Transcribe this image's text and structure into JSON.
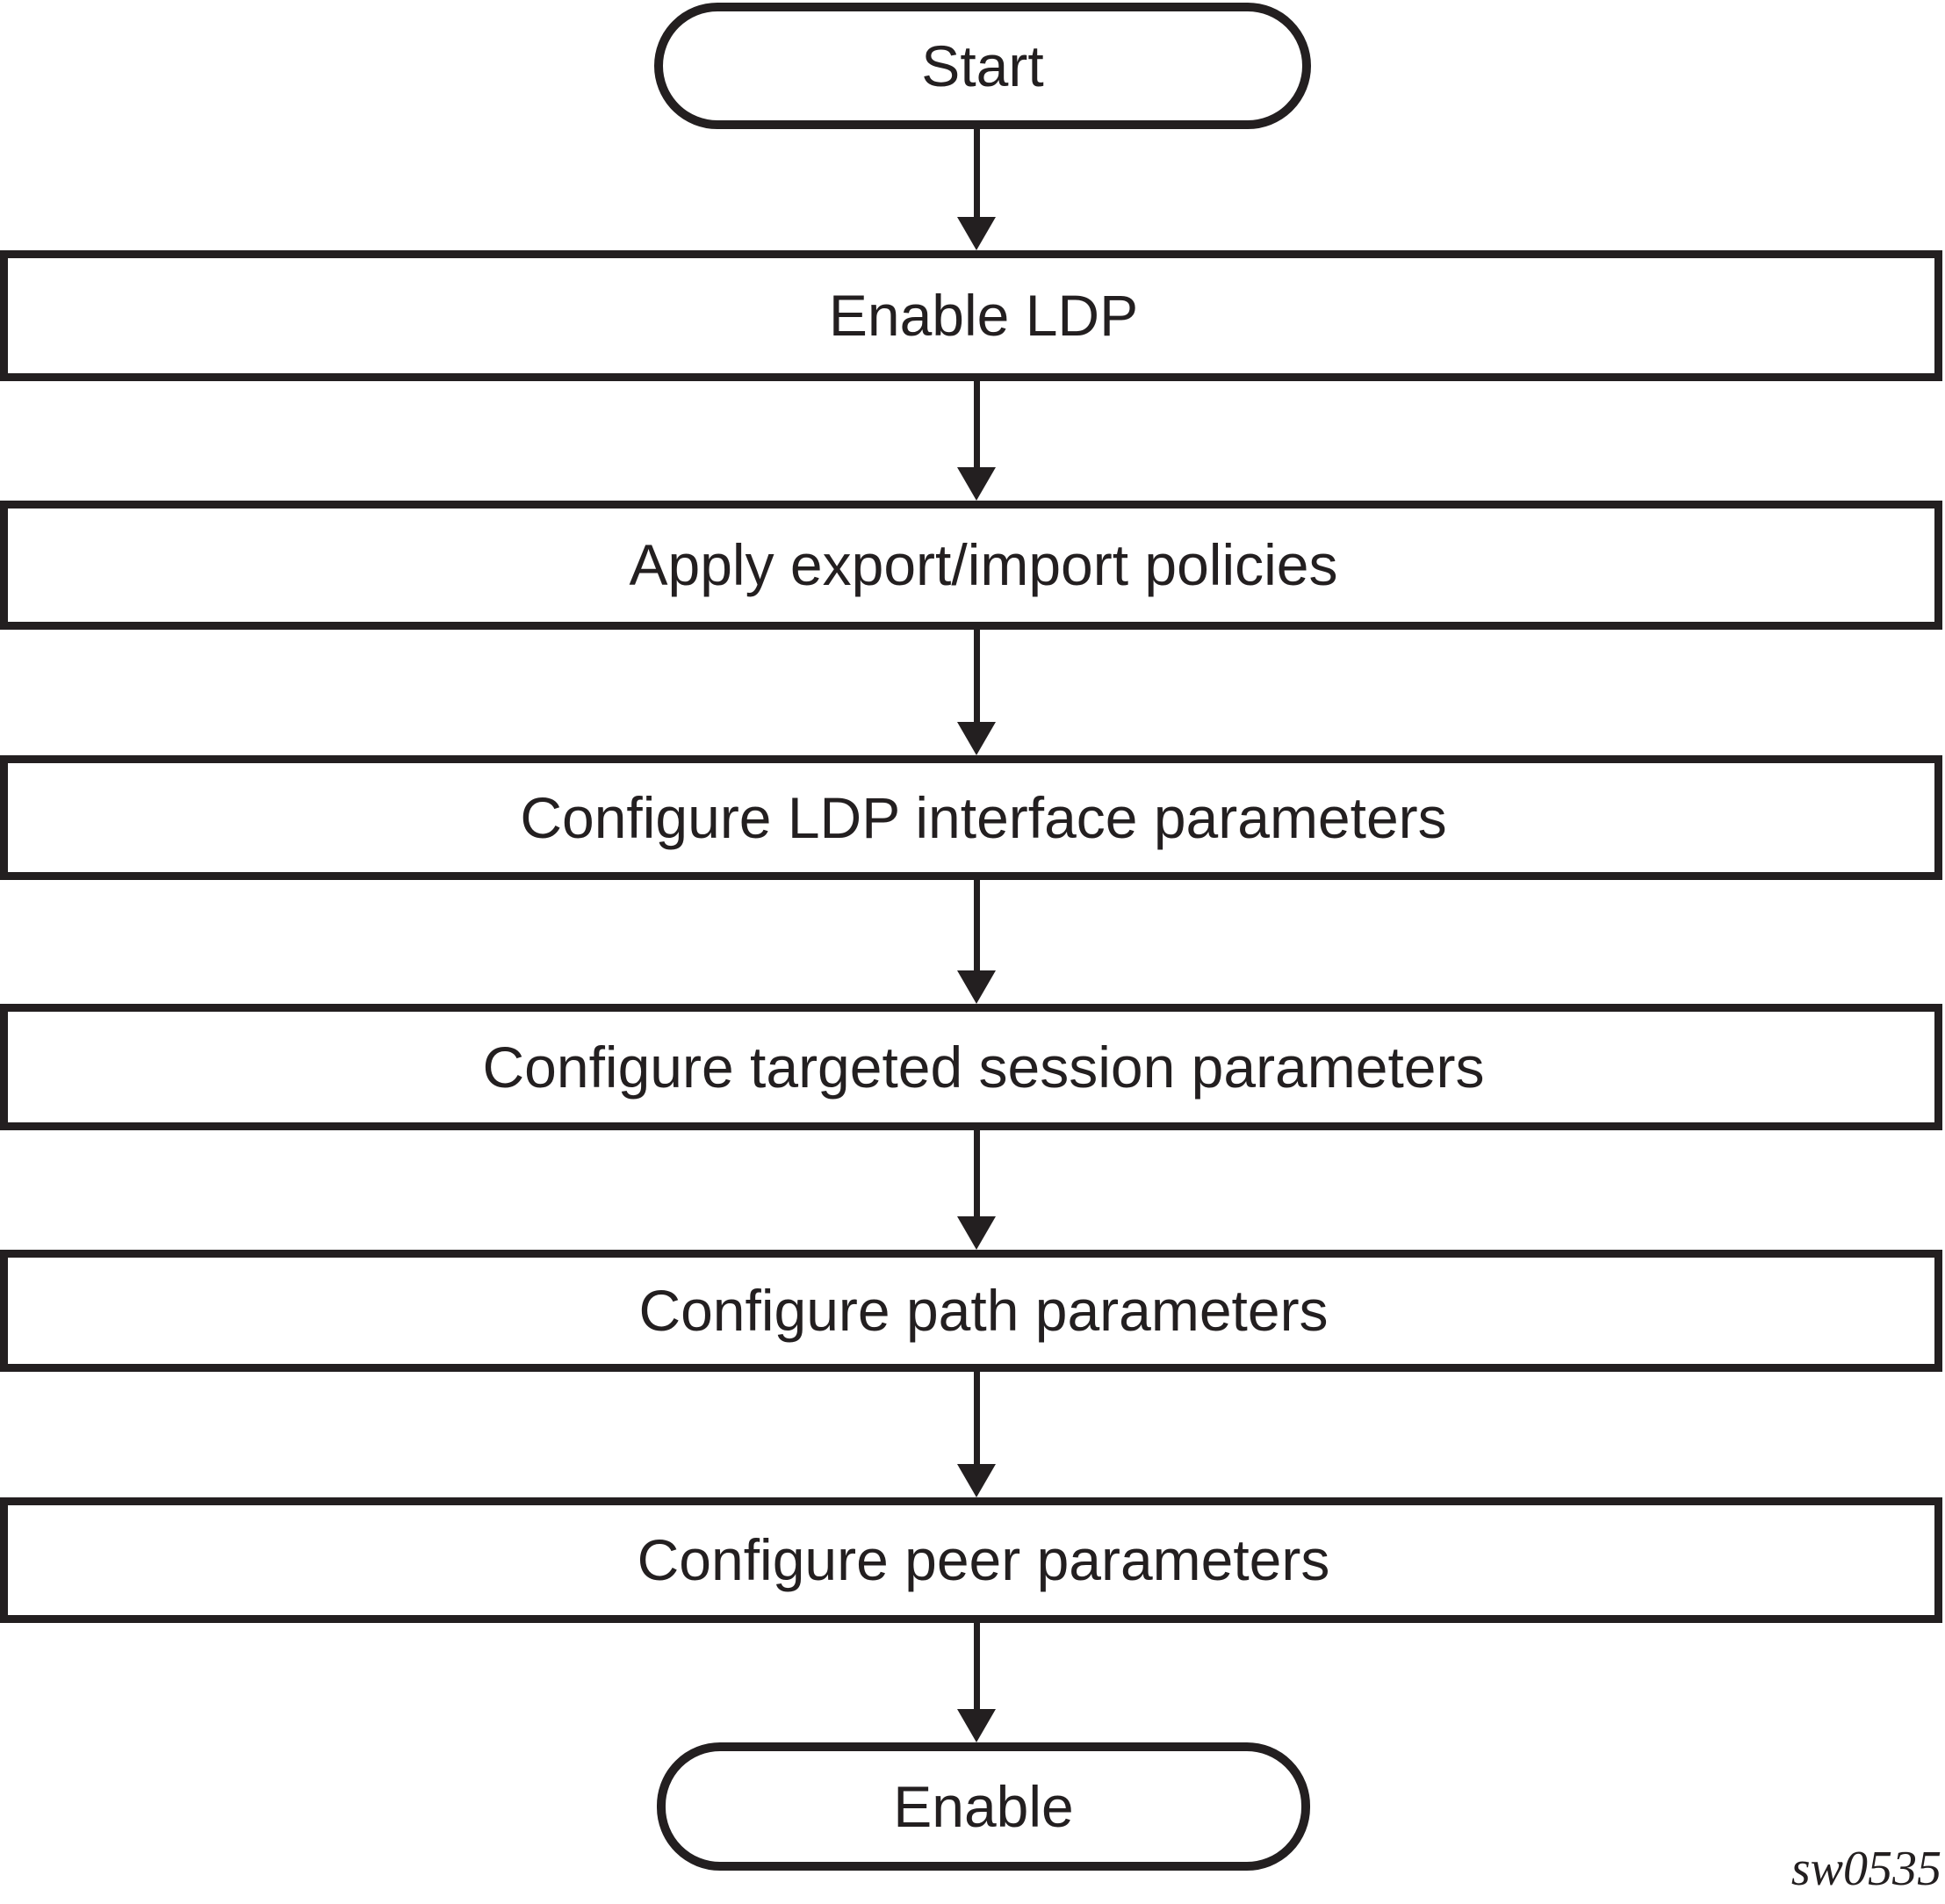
{
  "figure": {
    "type": "flowchart",
    "description": "LDP configuration and implementation flow",
    "watermark": "sw0535",
    "colors": {
      "stroke": "#231f20",
      "background": "#ffffff"
    },
    "nodes": [
      {
        "id": "start",
        "shape": "terminal",
        "label": "Start"
      },
      {
        "id": "enable-ldp",
        "shape": "process",
        "label": "Enable LDP"
      },
      {
        "id": "apply-policies",
        "shape": "process",
        "label": "Apply export/import policies"
      },
      {
        "id": "ldp-interface-params",
        "shape": "process",
        "label": "Configure LDP interface parameters"
      },
      {
        "id": "targeted-session-params",
        "shape": "process",
        "label": "Configure targeted session parameters"
      },
      {
        "id": "path-params",
        "shape": "process",
        "label": "Configure path parameters"
      },
      {
        "id": "peer-params",
        "shape": "process",
        "label": "Configure peer parameters"
      },
      {
        "id": "enable",
        "shape": "terminal",
        "label": "Enable"
      }
    ],
    "edges": [
      {
        "from": "start",
        "to": "enable-ldp"
      },
      {
        "from": "enable-ldp",
        "to": "apply-policies"
      },
      {
        "from": "apply-policies",
        "to": "ldp-interface-params"
      },
      {
        "from": "ldp-interface-params",
        "to": "targeted-session-params"
      },
      {
        "from": "targeted-session-params",
        "to": "path-params"
      },
      {
        "from": "path-params",
        "to": "peer-params"
      },
      {
        "from": "peer-params",
        "to": "enable"
      }
    ]
  }
}
